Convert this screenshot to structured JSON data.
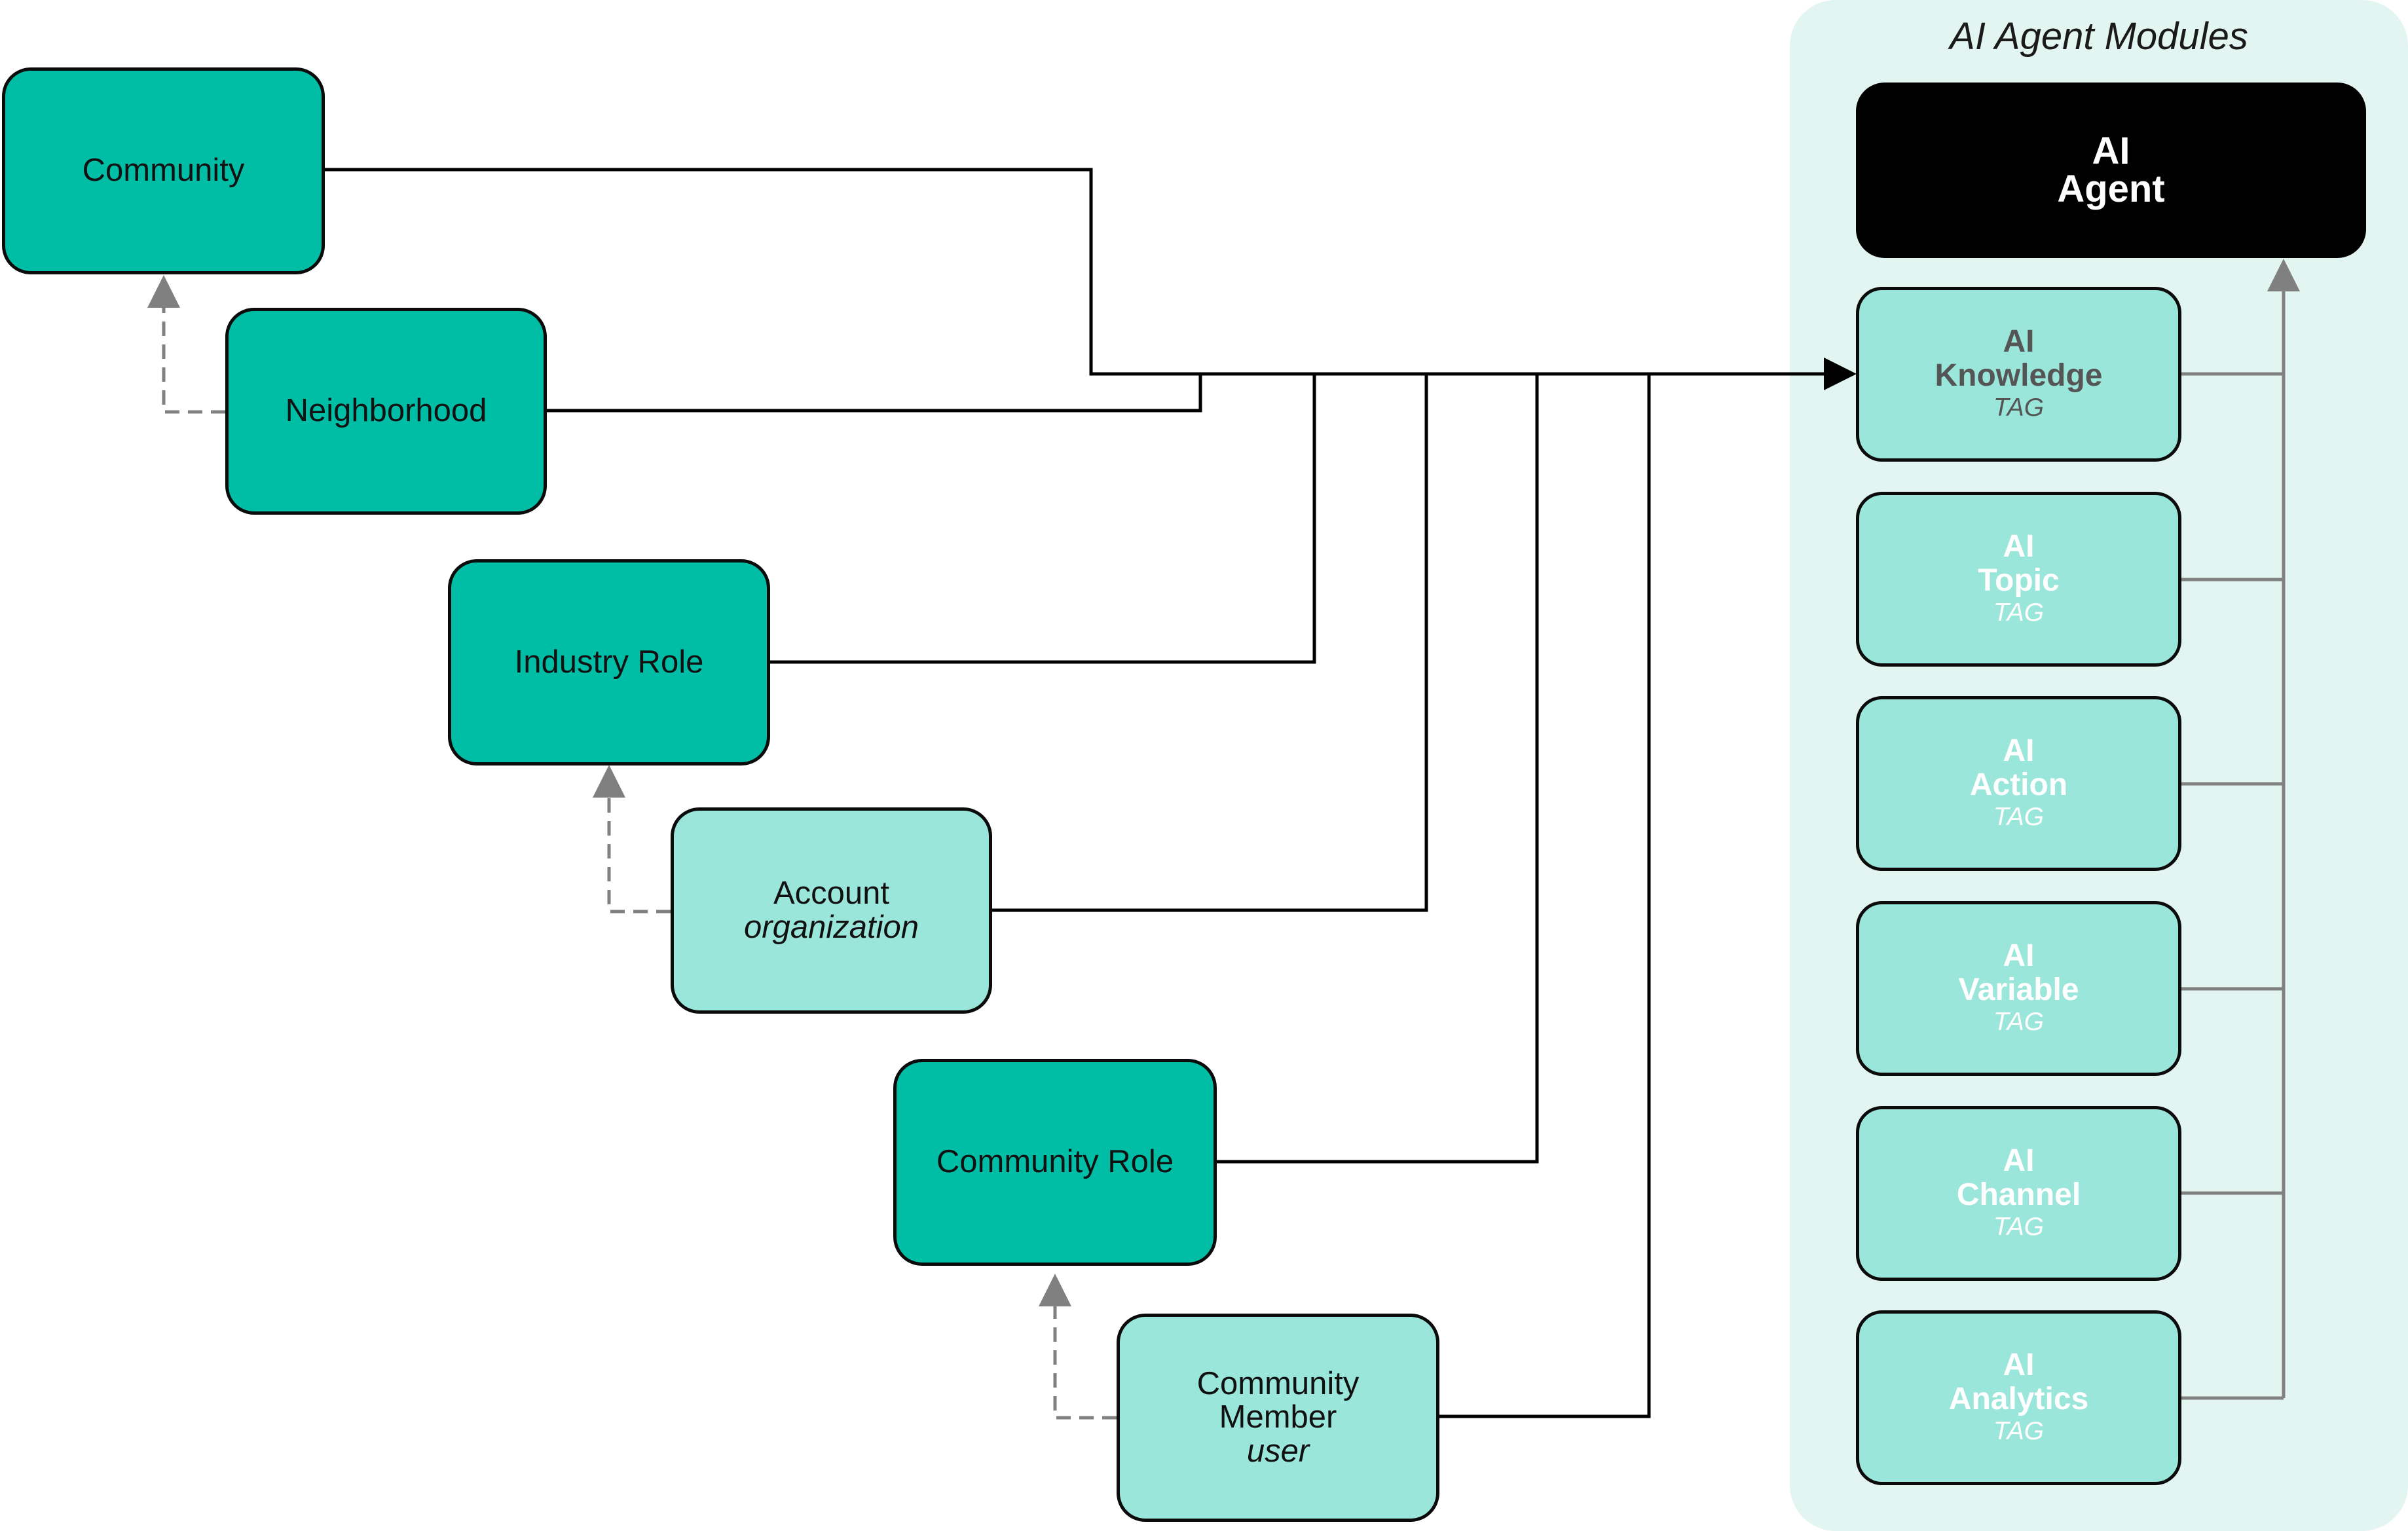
{
  "panel": {
    "title": "AI Agent Modules"
  },
  "agent": {
    "line1": "AI",
    "line2": "Agent"
  },
  "nodes": {
    "community": {
      "label": "Community"
    },
    "neighborhood": {
      "label": "Neighborhood"
    },
    "industry_role": {
      "label": "Industry Role"
    },
    "account": {
      "label": "Account",
      "sub": "organization"
    },
    "community_role": {
      "label": "Community Role"
    },
    "community_member": {
      "label1": "Community",
      "label2": "Member",
      "sub": "user"
    }
  },
  "modules": [
    {
      "prefix": "AI",
      "name": "Knowledge",
      "tag": "TAG"
    },
    {
      "prefix": "AI",
      "name": "Topic",
      "tag": "TAG"
    },
    {
      "prefix": "AI",
      "name": "Action",
      "tag": "TAG"
    },
    {
      "prefix": "AI",
      "name": "Variable",
      "tag": "TAG"
    },
    {
      "prefix": "AI",
      "name": "Channel",
      "tag": "TAG"
    },
    {
      "prefix": "AI",
      "name": "Analytics",
      "tag": "TAG"
    }
  ],
  "colors": {
    "dark_node": "#00bda6",
    "light_node": "#9be6da",
    "panel_bg": "#e2f5f1",
    "agent_bg": "#000000",
    "connector": "#000000",
    "inheritance_arrow": "#808080"
  }
}
